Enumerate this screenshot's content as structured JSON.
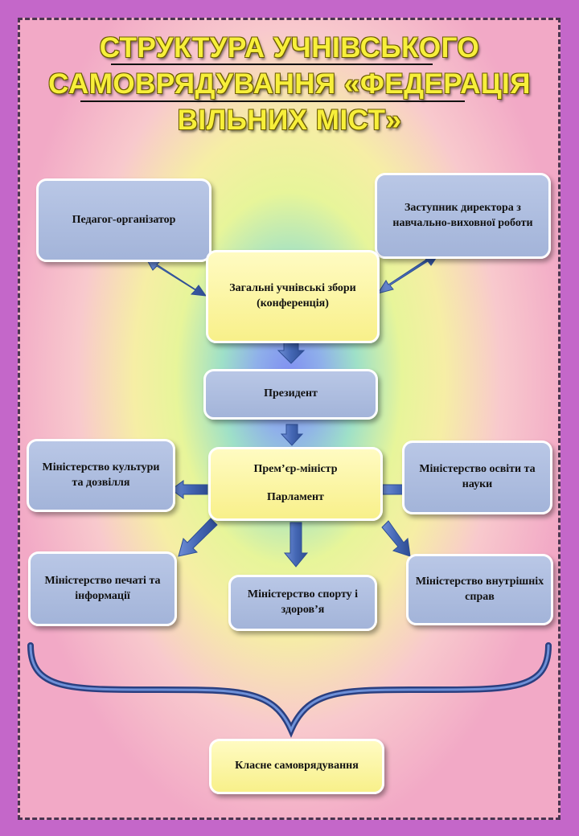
{
  "title": {
    "line1": "СТРУКТУРА УЧНІВСЬКОГО",
    "line2": "САМОВРЯДУВАННЯ «ФЕДЕРАЦІЯ",
    "line3": "ВІЛЬНИХ МІСТ»"
  },
  "nodes": {
    "pedagog": "Педагог-організатор",
    "zastupnyk": "Заступник директора з навчально-виховної роботи",
    "zbory": "Загальні учнівські збори (конференція)",
    "president": "Президент",
    "premier": "Прем’єр-міністр",
    "parliament": "Парламент",
    "min_kultury": "Міністерство культури та дозвілля",
    "min_osvity": "Міністерство освіти та науки",
    "min_pechati": "Міністерство печаті та інформації",
    "min_sportu": "Міністерство спорту і здоров’я",
    "min_vnutr": "Міністерство внутрішніх справ",
    "klasne": "Класне самоврядування"
  },
  "colors": {
    "border": "#c467c9",
    "title": "#f7ef3a",
    "box_blue": "#a3b4d9",
    "box_yellow": "#f8f08a",
    "arrow": "#3e5fa8"
  }
}
